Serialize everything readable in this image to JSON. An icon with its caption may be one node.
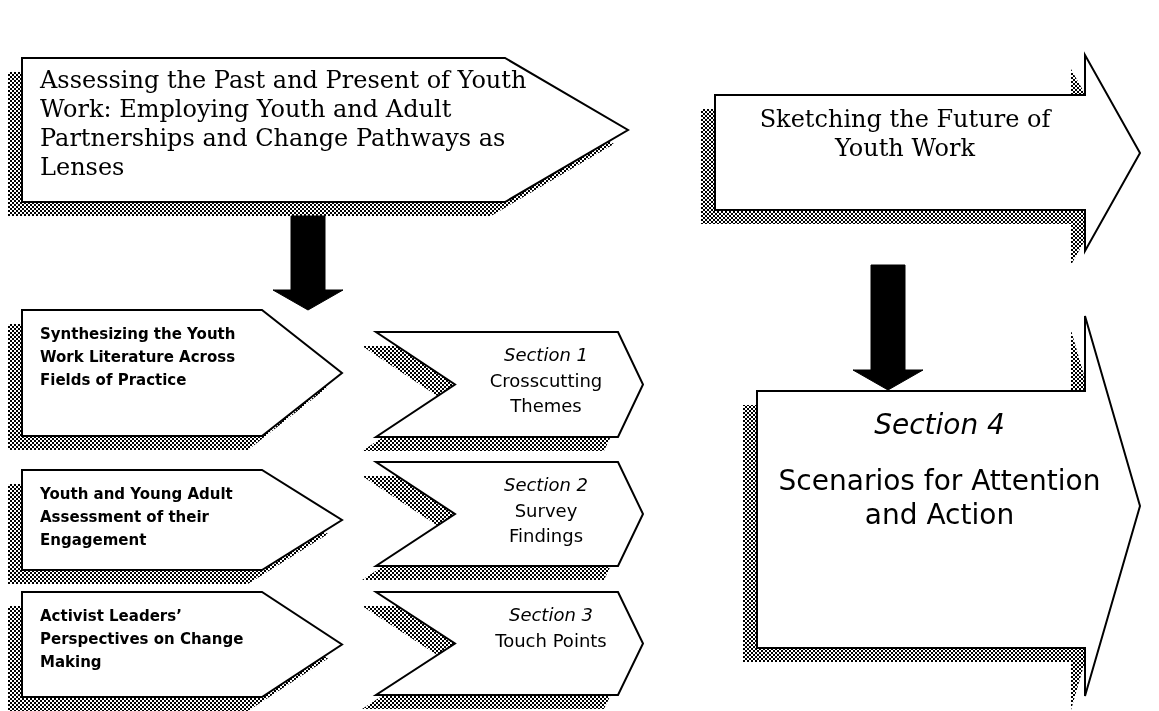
{
  "diagram": {
    "nodes": [
      {
        "text": [
          "Assessing the Past and Present of Youth Work: Employing Youth and Adult Partnerships and Change Pathways as Lenses"
        ]
      },
      {
        "text": [
          "Sketching the Future of Youth Work"
        ]
      },
      {
        "text": [
          "Synthesizing the Youth Work Literature Across Fields of Practice"
        ]
      },
      {
        "text": [
          "Section 1",
          "Crosscutting Themes"
        ]
      },
      {
        "text": [
          "Youth and Young Adult Assessment of their Engagement"
        ]
      },
      {
        "text": [
          "Section 2",
          "Survey Findings"
        ]
      },
      {
        "text": [
          "Activist Leaders’ Perspectives on Change Making"
        ]
      },
      {
        "text": [
          "Section 3",
          "Touch Points"
        ]
      },
      {
        "text": [
          "Section 4",
          "Scenarios for Attention and Action"
        ]
      }
    ],
    "edges": [
      {
        "from": 0,
        "to": 2,
        "arrow": "to",
        "style": "thick"
      },
      {
        "from": 1,
        "to": 8,
        "arrow": "to",
        "style": "thick"
      }
    ]
  }
}
